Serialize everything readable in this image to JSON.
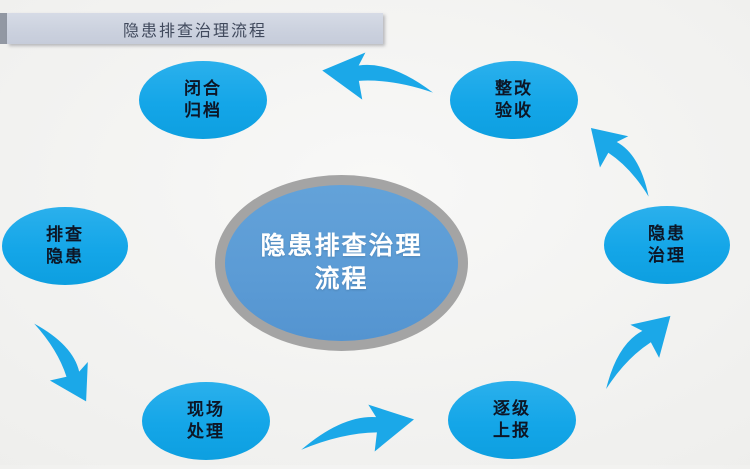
{
  "header": {
    "title": "隐患排查治理流程"
  },
  "diagram": {
    "center": {
      "line1": "隐患排查治理",
      "line2": "流程"
    },
    "nodes": [
      {
        "id": "close-archive",
        "line1": "闭合",
        "line2": "归档"
      },
      {
        "id": "rectify-accept",
        "line1": "整改",
        "line2": "验收"
      },
      {
        "id": "investigate",
        "line1": "排查",
        "line2": "隐患"
      },
      {
        "id": "treat",
        "line1": "隐患",
        "line2": "治理"
      },
      {
        "id": "onsite-handle",
        "line1": "现场",
        "line2": "处理"
      },
      {
        "id": "report-up",
        "line1": "逐级",
        "line2": "上报"
      }
    ],
    "flows": [
      {
        "from": "排查隐患",
        "to": "现场处理"
      },
      {
        "from": "现场处理",
        "to": "逐级上报"
      },
      {
        "from": "逐级上报",
        "to": "隐患治理"
      },
      {
        "from": "隐患治理",
        "to": "整改验收"
      },
      {
        "from": "整改验收",
        "to": "闭合归档"
      }
    ],
    "colors": {
      "arrow_color": "#1ba8e8",
      "node_fill": "#14a6e8",
      "node_text": "#0d1626",
      "center_fill": "#5b9bd5",
      "center_ring": "#a4a4a4",
      "center_text": "#ffffff",
      "header_bar": "#cbd1de",
      "header_text": "#40495c"
    }
  }
}
